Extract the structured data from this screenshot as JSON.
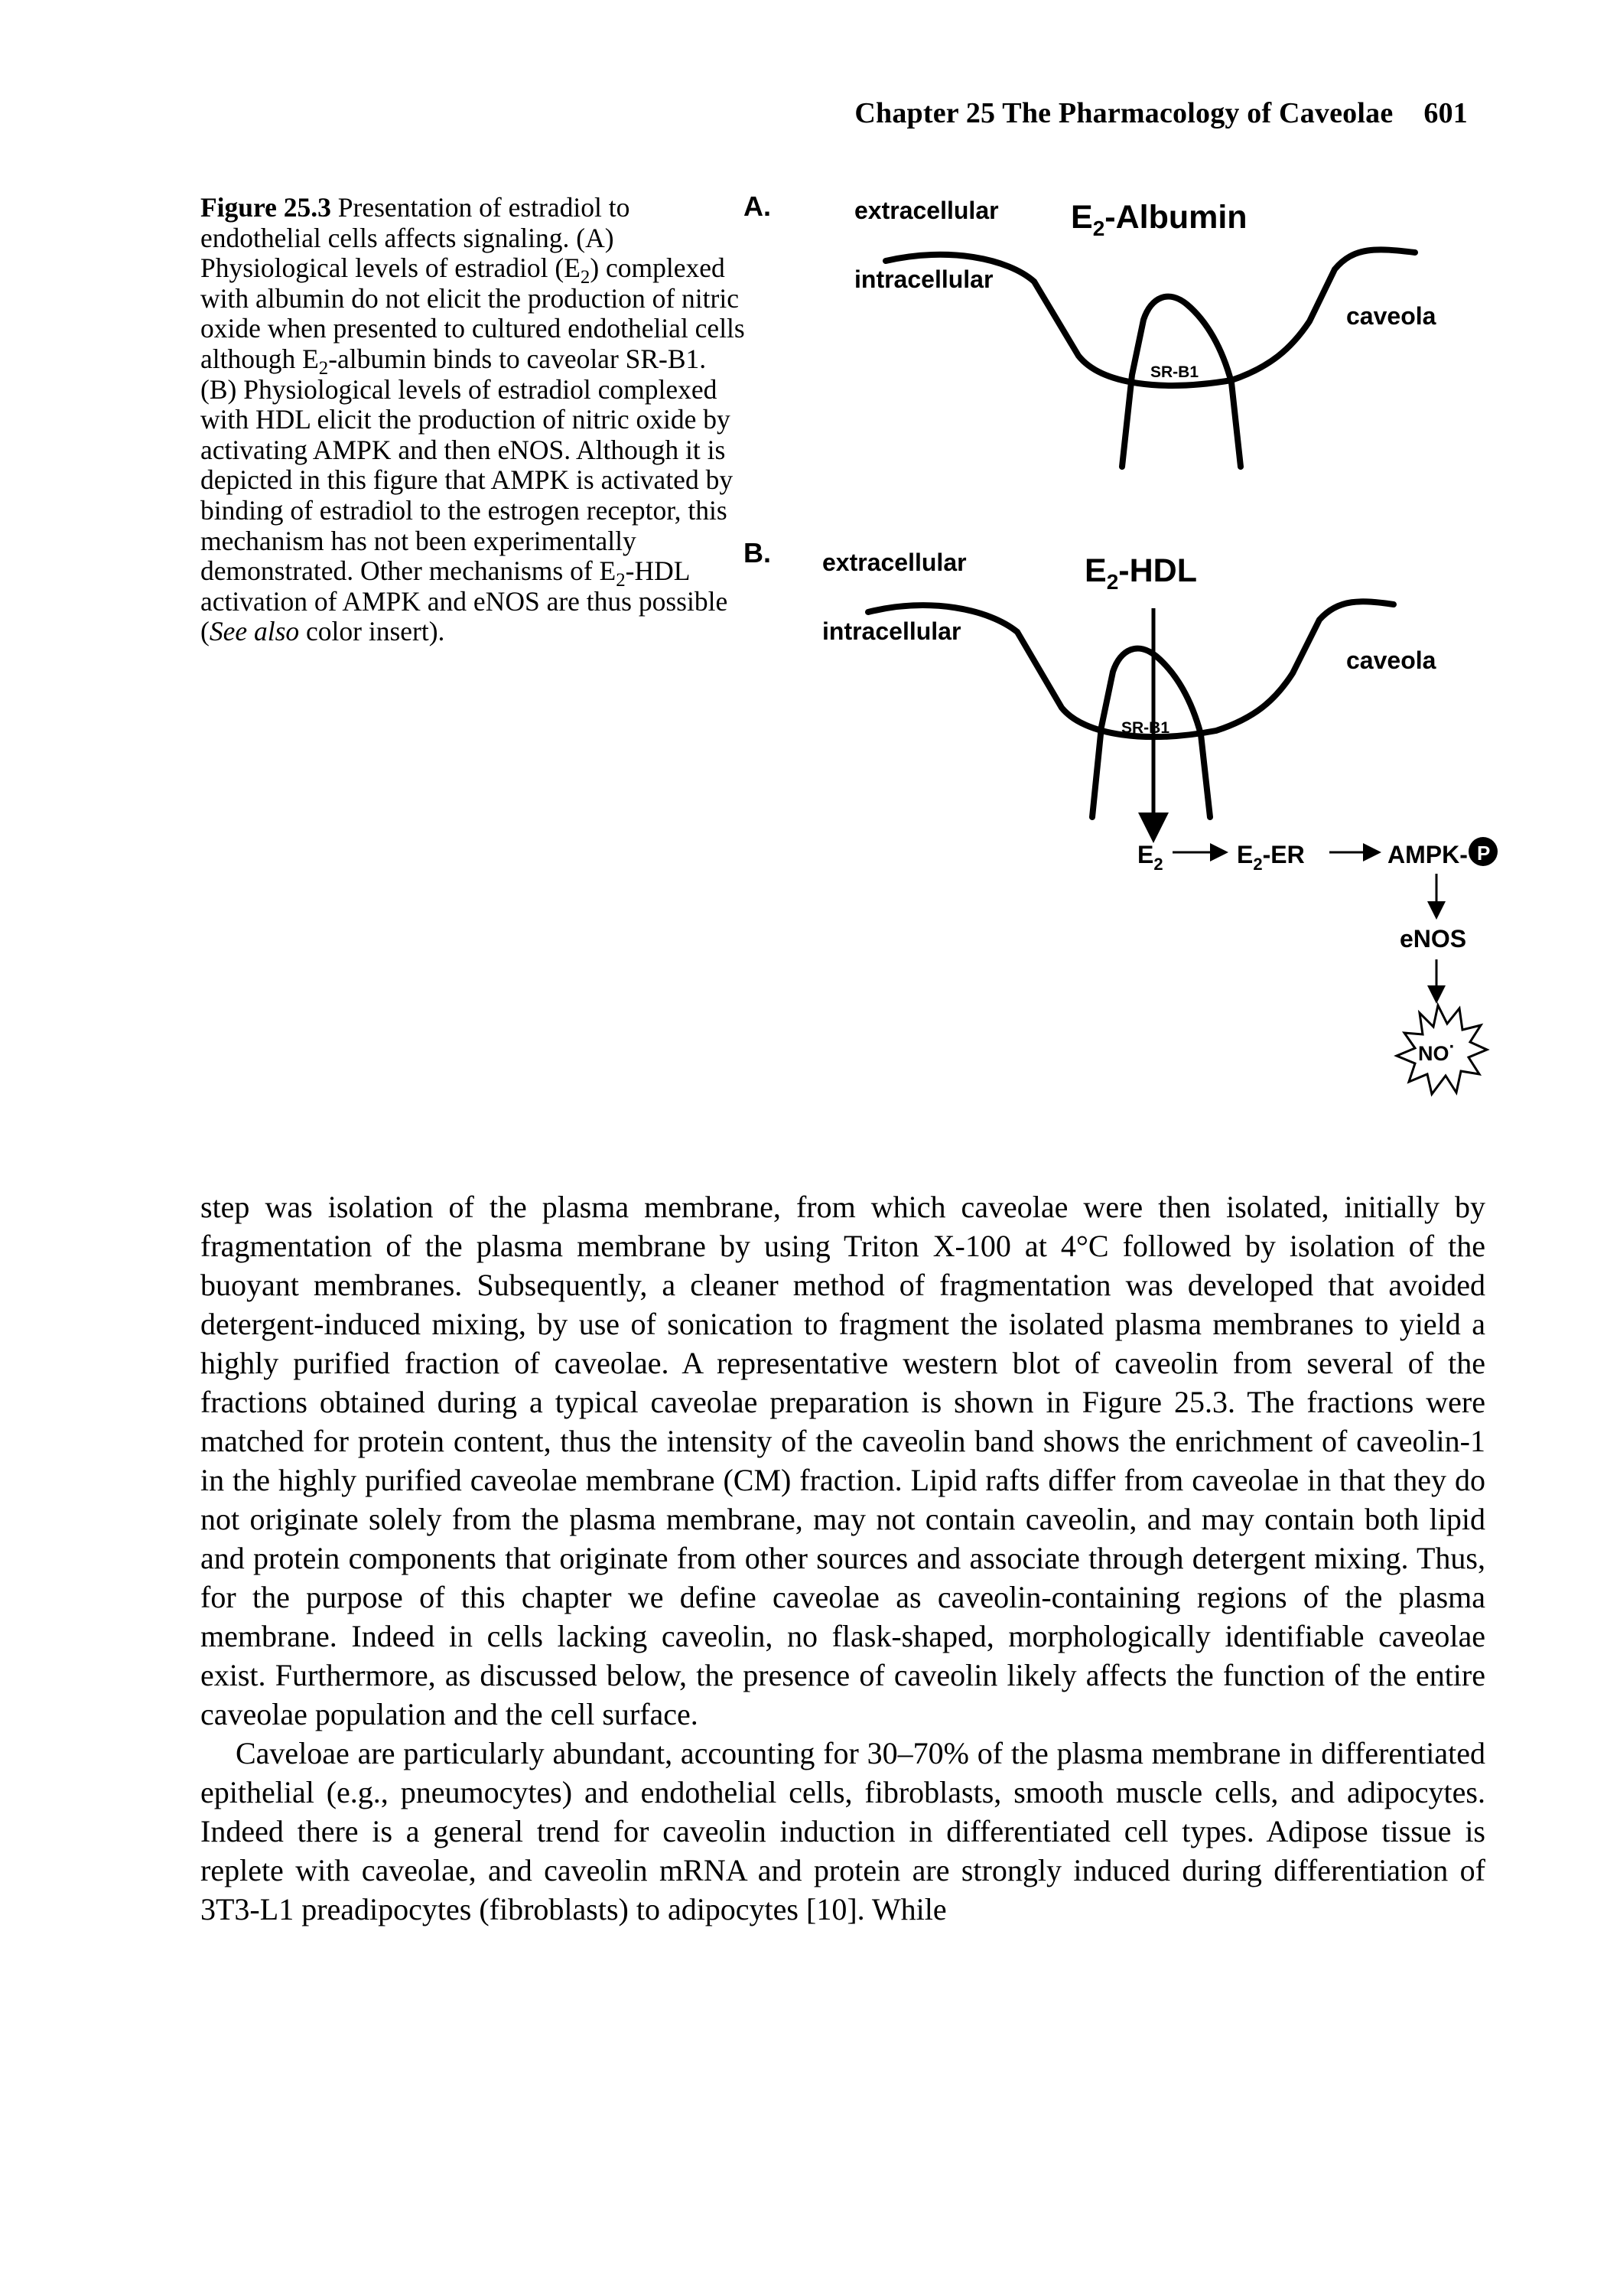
{
  "header": {
    "running_title": "Chapter 25 The Pharmacology of Caveolae",
    "page_number": "601"
  },
  "caption": {
    "label": "Figure 25.3",
    "t1": " Presentation of estradiol to endothelial cells affects signaling. (A) Physiological levels of estradiol (E",
    "sub1": "2",
    "t2": ") complexed with albumin do not elicit the production of nitric oxide when presented to cultured endothelial cells although E",
    "sub2": "2",
    "t3": "-albumin binds to caveolar SR-B1. (B) Physiological levels of estradiol complexed with HDL elicit the production of nitric oxide by activating AMPK and then eNOS. Although it is depicted in this figure that AMPK is activated by binding of estradiol to the estrogen receptor, this mechanism has not been experimentally demonstrated. Other mechanisms of E",
    "sub3": "2",
    "t4": "-HDL activation of AMPK and eNOS are thus possible (",
    "italic": "See also",
    "t5": " color insert)."
  },
  "figure": {
    "panel_a": {
      "letter": "A.",
      "extracellular": "extracellular",
      "intracellular": "intracellular",
      "complex_prefix": "E",
      "complex_sub": "2",
      "complex_suffix": "-Albumin",
      "caveola": "caveola",
      "receptor": "SR-B1"
    },
    "panel_b": {
      "letter": "B.",
      "extracellular": "extracellular",
      "intracellular": "intracellular",
      "complex_prefix": "E",
      "complex_sub": "2",
      "complex_suffix": "-HDL",
      "caveola": "caveola",
      "receptor": "SR-B1"
    },
    "pathway": {
      "e2": "E",
      "e2_sub": "2",
      "e2er_prefix": "E",
      "e2er_sub": "2",
      "e2er_suffix": "-ER",
      "ampk": "AMPK-",
      "phospho": "P",
      "enos": "eNOS",
      "no": "NO",
      "no_dot": "·"
    }
  },
  "body": {
    "paragraph_1": "step was isolation of the plasma membrane, from which caveolae were then isolated, initially by fragmentation of the plasma membrane by using Triton X-100 at 4°C followed by isolation of the buoyant membranes. Subsequently, a cleaner method of fragmentation was developed that avoided detergent-induced mixing, by use of sonication to fragment the isolated plasma membranes to yield a highly purified fraction of caveolae. A representative western blot of caveolin from several of the fractions obtained during a typical caveolae preparation is shown in Figure 25.3. The fractions were matched for protein content, thus the intensity of the caveolin band shows the enrichment of caveolin-1 in the highly purified caveolae membrane (CM) fraction. Lipid rafts differ from caveolae in that they do not originate solely from the plasma membrane, may not contain caveolin, and may contain both lipid and protein components that originate from other sources and associate through detergent mixing. Thus, for the purpose of this chapter we define caveolae as caveolin-containing regions of the plasma membrane. Indeed in cells lacking caveolin, no flask-shaped, morphologically identifiable caveolae exist. Furthermore, as discussed below, the presence of caveolin likely affects the function of the entire caveolae population and the cell surface.",
    "paragraph_2": "Caveloae are particularly abundant, accounting for 30–70% of the plasma membrane in differentiated epithelial (e.g., pneumocytes) and endothelial cells, fibroblasts, smooth muscle cells, and adipocytes. Indeed there is a general trend for caveolin induction in differentiated cell types. Adipose tissue is replete with caveolae, and caveolin mRNA and protein are strongly induced during differentiation of 3T3-L1 preadipocytes (fibroblasts) to adipocytes [10]. While"
  }
}
